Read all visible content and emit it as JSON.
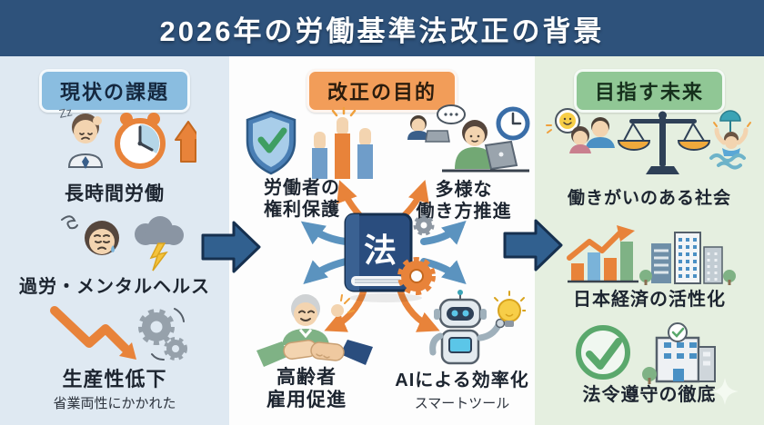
{
  "header": {
    "title": "2026年の労働基準法改正の背景"
  },
  "colors": {
    "banner": "#2e527b",
    "issues_bg": "#dfe9f2",
    "purpose_bg": "#fdfdfd",
    "future_bg": "#e5efe0",
    "badge_issues": "#8abde0",
    "badge_purpose": "#f29d59",
    "badge_future": "#90c795",
    "accent_orange": "#e8833a",
    "flow_arrow": "#31608f"
  },
  "columns": {
    "issues": {
      "badge": "現状の課題",
      "items": [
        {
          "label": "長時間労働",
          "icon": "tired-worker-alarm-clock-icon"
        },
        {
          "label": "過労・メンタルヘルス",
          "icon": "stressed-woman-storm-cloud-icon"
        },
        {
          "label": "生産性低下",
          "sublabel": "省業両性にかかれた",
          "icon": "declining-arrow-gears-icon"
        }
      ]
    },
    "purpose": {
      "badge": "改正の目的",
      "book_label": "法",
      "center_icon": "law-book-gear-icon",
      "items": [
        {
          "line1": "労働者の",
          "line2": "権利保護",
          "icon": "shield-check-raised-hands-icon"
        },
        {
          "line1": "多様な",
          "line2": "働き方推進",
          "icon": "remote-workers-clock-icon"
        },
        {
          "line1": "高齢者",
          "line2": "雇用促進",
          "icon": "elderly-man-handshake-icon"
        },
        {
          "line1": "AIによる効率化",
          "sublabel": "スマートツール",
          "icon": "robot-lightbulb-icon"
        }
      ]
    },
    "future": {
      "badge": "目指す未来",
      "items": [
        {
          "label": "働きがいのある社会",
          "icon": "balance-scale-happy-people-icon"
        },
        {
          "label": "日本経済の活性化",
          "icon": "growth-chart-city-icon"
        },
        {
          "label": "法令遵守の徹底",
          "icon": "check-circle-building-icon"
        }
      ]
    }
  }
}
